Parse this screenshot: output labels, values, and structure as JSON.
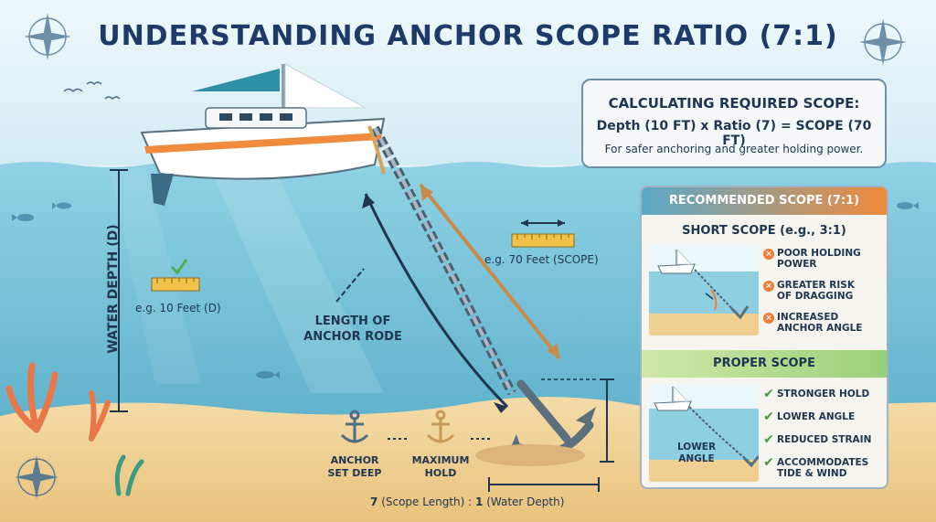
{
  "title": "UNDERSTANDING ANCHOR SCOPE RATIO (7:1)",
  "calc": {
    "heading": "CALCULATING REQUIRED SCOPE:",
    "formula": "Depth (10 FT) x Ratio (7) = SCOPE (70 FT)",
    "note": "For safer anchoring and greater holding power."
  },
  "labels": {
    "water_depth": "WATER DEPTH (D)",
    "depth_example": "e.g. 10 Feet (D)",
    "rode_line1": "LENGTH OF",
    "rode_line2": "ANCHOR RODE",
    "scope_example": "e.g. 70 Feet (SCOPE)",
    "anchor_set_line1": "ANCHOR",
    "anchor_set_line2": "SET DEEP",
    "max_hold_line1": "MAXIMUM",
    "max_hold_line2": "HOLD",
    "ratio_seven": "7",
    "ratio_scope": "(Scope Length) :",
    "ratio_one": "1",
    "ratio_depth": "(Water Depth)"
  },
  "panel": {
    "header": "RECOMMENDED SCOPE (7:1)",
    "short_title": "SHORT SCOPE (e.g., 3:1)",
    "short_items": [
      {
        "line1": "POOR HOLDING",
        "line2": "POWER"
      },
      {
        "line1": "GREATER RISK",
        "line2": "OF DRAGGING"
      },
      {
        "line1": "INCREASED",
        "line2": "ANCHOR ANGLE"
      }
    ],
    "proper_title": "PROPER SCOPE",
    "lower_angle_line1": "LOWER",
    "lower_angle_line2": "ANGLE",
    "proper_items": [
      {
        "line1": "STRONGER HOLD",
        "line2": ""
      },
      {
        "line1": "LOWER ANGLE",
        "line2": ""
      },
      {
        "line1": "REDUCED STRAIN",
        "line2": ""
      },
      {
        "line1": "ACCOMMODATES",
        "line2": "TIDE & WIND"
      }
    ],
    "bad_symbol": "×",
    "good_symbol": "✔"
  },
  "colors": {
    "sky": "#e4f3f8",
    "water": "#7cc6dc",
    "sand": "#f1d49a",
    "hull_stripe": "#f08a3c",
    "title": "#1d3a68",
    "rope": "#d7a35a"
  }
}
